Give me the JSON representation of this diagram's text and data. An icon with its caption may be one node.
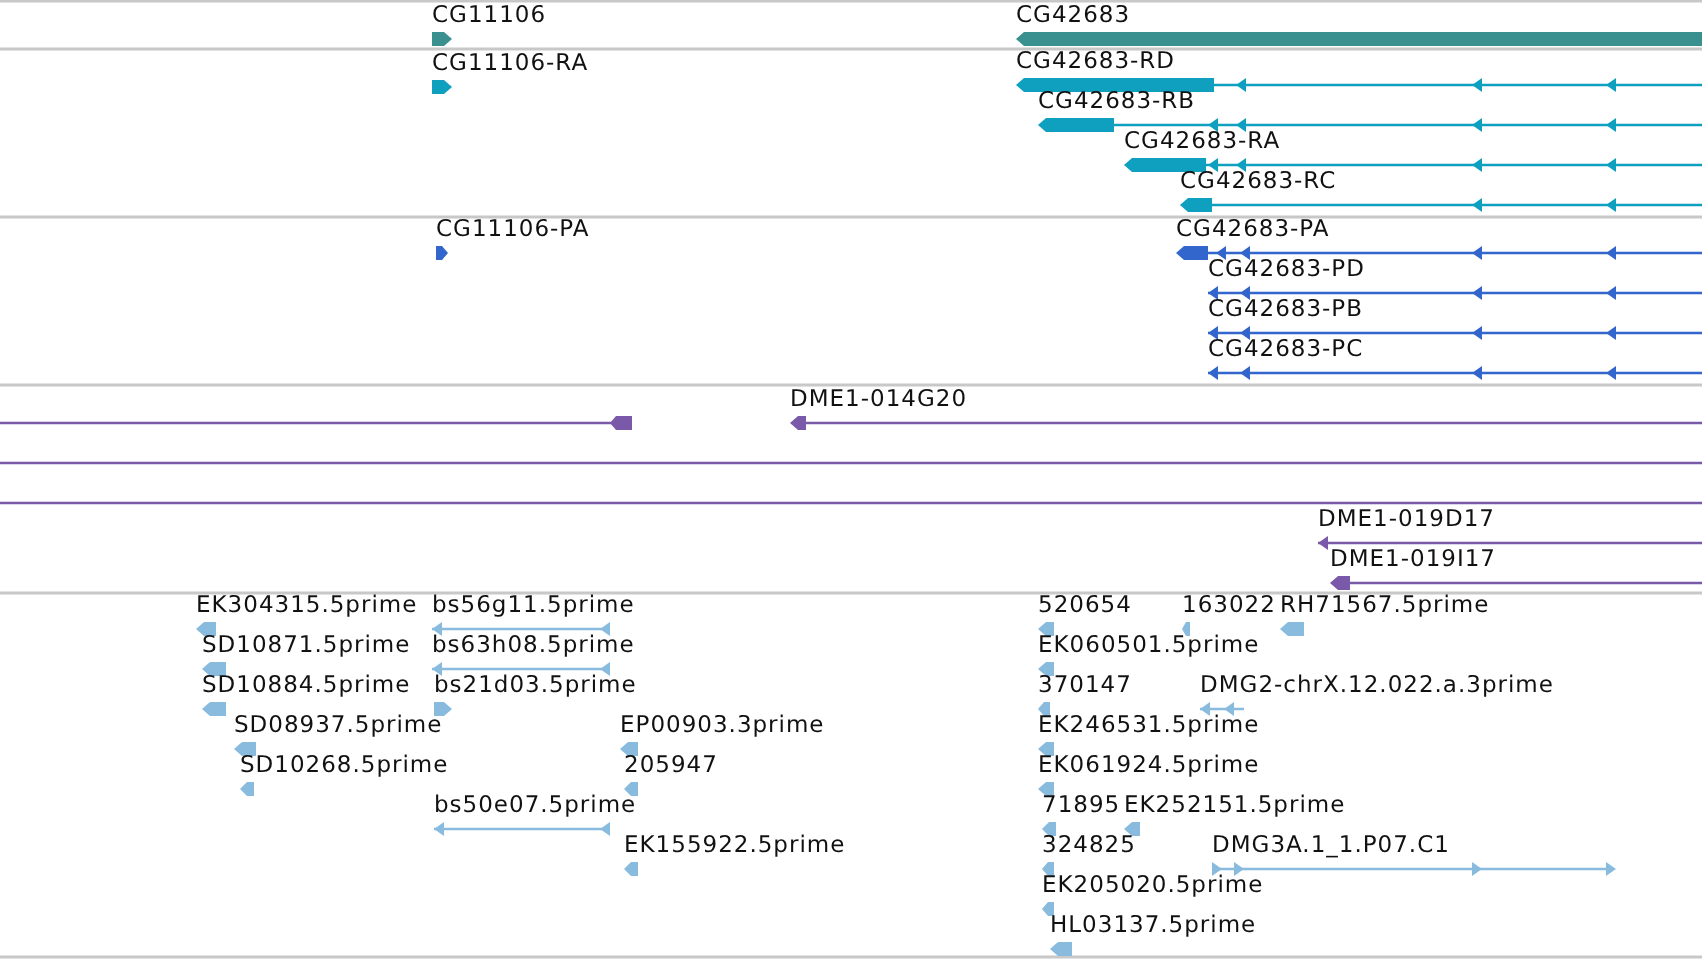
{
  "diagram": {
    "labels": [
      "CG11106",
      "CG42683",
      "CG11106-RA",
      "CG42683-RD",
      "CG42683-RB",
      "CG42683-RA",
      "CG42683-RC",
      "CG11106-PA",
      "CG42683-PA",
      "CG42683-PD",
      "CG42683-PB",
      "CG42683-PC",
      "DME1-014G20",
      "DME1-019D17",
      "DME1-019I17",
      "EK304315.5prime",
      "bs56g11.5prime",
      "520654",
      "163022",
      "RH71567.5prime",
      "SD10871.5prime",
      "bs63h08.5prime",
      "EK060501.5prime",
      "SD10884.5prime",
      "bs21d03.5prime",
      "370147",
      "DMG2-chrX.12.022.a.3prime",
      "SD08937.5prime",
      "EP00903.3prime",
      "EK246531.5prime",
      "SD10268.5prime",
      "205947",
      "EK061924.5prime",
      "bs50e07.5prime",
      "71895",
      "EK252151.5prime",
      "EK155922.5prime",
      "324825",
      "DMG3A.1_1.P07.C1",
      "EK205020.5prime",
      "HL03137.5prime"
    ]
  }
}
